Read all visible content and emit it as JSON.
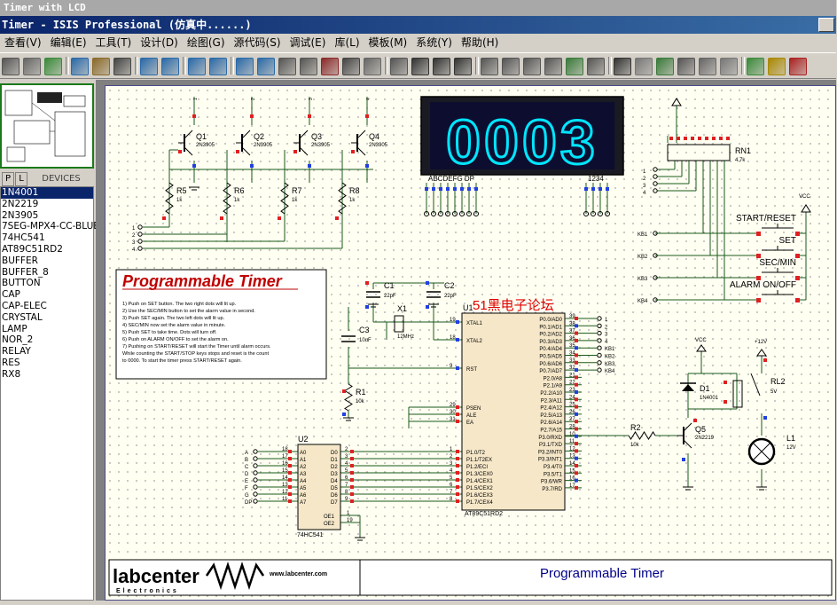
{
  "outer_title": "Timer with LCD",
  "window_title": "Timer - ISIS Professional (仿真中......)",
  "menu": [
    "查看(V)",
    "编辑(E)",
    "工具(T)",
    "设计(D)",
    "绘图(G)",
    "源代码(S)",
    "调试(E)",
    "库(L)",
    "模板(M)",
    "系统(Y)",
    "帮助(H)"
  ],
  "left_panel": {
    "tab_p": "P",
    "tab_l": "L",
    "devices_label": "DEVICES",
    "devices": [
      "1N4001",
      "2N2219",
      "2N3905",
      "7SEG-MPX4-CC-BLUE",
      "74HC541",
      "AT89C51RD2",
      "BUFFER",
      "BUFFER_8",
      "BUTTON",
      "CAP",
      "CAP-ELEC",
      "CRYSTAL",
      "LAMP",
      "NOR_2",
      "RELAY",
      "RES",
      "RX8"
    ],
    "selected_index": 0
  },
  "display": {
    "digits": "0003",
    "seg_label": "ABCDEFG  DP",
    "digit_label": "1234",
    "color": "#00e5ff"
  },
  "transistors": [
    {
      "ref": "Q1",
      "part": "2N3905"
    },
    {
      "ref": "Q2",
      "part": "2N3905"
    },
    {
      "ref": "Q3",
      "part": "2N3905"
    },
    {
      "ref": "Q4",
      "part": "2N3905"
    },
    {
      "ref": "Q5",
      "part": "2N2219"
    }
  ],
  "resistors": [
    {
      "ref": "R5",
      "val": "1k"
    },
    {
      "ref": "R6",
      "val": "1k"
    },
    {
      "ref": "R7",
      "val": "1k"
    },
    {
      "ref": "R8",
      "val": "1k"
    },
    {
      "ref": "R1",
      "val": "10k"
    },
    {
      "ref": "R2",
      "val": "10k"
    },
    {
      "ref": "RN1",
      "val": "4.7k"
    }
  ],
  "caps": [
    {
      "ref": "C1",
      "val": "22pF"
    },
    {
      "ref": "C2",
      "val": "22pF"
    },
    {
      "ref": "C3",
      "val": "10uF"
    }
  ],
  "crystal": {
    "ref": "X1",
    "val": "12MHz"
  },
  "mcu": {
    "ref": "U1",
    "part": "AT89C51RD2",
    "watermark": "51黑电子论坛",
    "left_pins": [
      "XTAL1",
      "XTAL2",
      "RST",
      "PSEN",
      "ALE",
      "EA",
      "P1.0/T2",
      "P1.1/T2EX",
      "P1.2/ECI",
      "P1.3/CEX0",
      "P1.4/CEX1",
      "P1.5/CEX2",
      "P1.6/CEX3",
      "P1.7/CEX4"
    ],
    "left_nums": [
      "19",
      "18",
      "9",
      "29",
      "30",
      "31",
      "1",
      "2",
      "3",
      "4",
      "5",
      "6",
      "7",
      "8"
    ],
    "right_pins": [
      "P0.0/AD0",
      "P0.1/AD1",
      "P0.2/AD2",
      "P0.3/AD3",
      "P0.4/AD4",
      "P0.5/AD5",
      "P0.6/AD6",
      "P0.7/AD7",
      "P2.0/A8",
      "P2.1/A9",
      "P2.2/A10",
      "P2.3/A11",
      "P2.4/A12",
      "P2.5/A13",
      "P2.6/A14",
      "P2.7/A15",
      "P3.0/RXD",
      "P3.1/TXD",
      "P3.2/INT0",
      "P3.3/INT1",
      "P3.4/T0",
      "P3.5/T1",
      "P3.6/WR",
      "P3.7/RD"
    ],
    "right_nums": [
      "39",
      "38",
      "37",
      "36",
      "35",
      "34",
      "33",
      "32",
      "21",
      "22",
      "23",
      "24",
      "25",
      "26",
      "27",
      "28",
      "10",
      "11",
      "12",
      "13",
      "14",
      "15",
      "16",
      "17"
    ],
    "right_nets": [
      "1",
      "2",
      "3",
      "4",
      "KB1",
      "KB2",
      "KB3",
      "KB4"
    ]
  },
  "buffer": {
    "ref": "U2",
    "part": "74HC541",
    "in_pins": [
      "A0",
      "A1",
      "A2",
      "A3",
      "A4",
      "A5",
      "A6",
      "A7"
    ],
    "in_nums": [
      "18",
      "17",
      "16",
      "15",
      "14",
      "13",
      "12",
      "11"
    ],
    "out_pins": [
      "D0",
      "D1",
      "D2",
      "D3",
      "D4",
      "D5",
      "D6",
      "D7"
    ],
    "out_nums": [
      "2",
      "3",
      "4",
      "5",
      "6",
      "7",
      "8",
      "9"
    ],
    "seg_nets": [
      "A",
      "B",
      "C",
      "D",
      "E",
      "F",
      "G",
      "DP"
    ],
    "oe1": "OE1",
    "oe2": "OE2",
    "oe1_num": "1",
    "oe2_num": "19"
  },
  "buttons": [
    "START/RESET",
    "SET",
    "SEC/MIN",
    "ALARM ON/OFF"
  ],
  "kb_nets": [
    "KB1",
    "KB2",
    "KB3",
    "KB4"
  ],
  "digit_nets": [
    "1",
    "2",
    "3",
    "4"
  ],
  "relay": {
    "ref": "RL2",
    "val": "5V"
  },
  "diode": {
    "ref": "D1",
    "part": "1N4001"
  },
  "lamp": {
    "ref": "L1",
    "val": "12V"
  },
  "rail_vcc": "VCC",
  "rail_12v": "+12V",
  "notes": {
    "title": "Programmable Timer",
    "lines": [
      "1) Push on SET button. The two right dots will lit up.",
      "2) Use the SEC/MIN button to set the alarm value in second.",
      "3) Push SET again. The two left dots will lit up.",
      "4) SEC/MIN now set the alarm value in minute.",
      "5) Push SET to take time. Dots will turn off.",
      "6) Push on ALARM ON/OFF to set the alarm on.",
      "7) Pushing on START/RESET will start the Timer until alarm occurs.",
      "    While counting the START/STOP keys stops and reset is the count",
      "    to 0000. To start the timer press START/RESET again."
    ]
  },
  "footer": {
    "logo": "labcenter",
    "sub": "Electronics",
    "url": "www.labcenter.com",
    "title": "Programmable Timer"
  }
}
